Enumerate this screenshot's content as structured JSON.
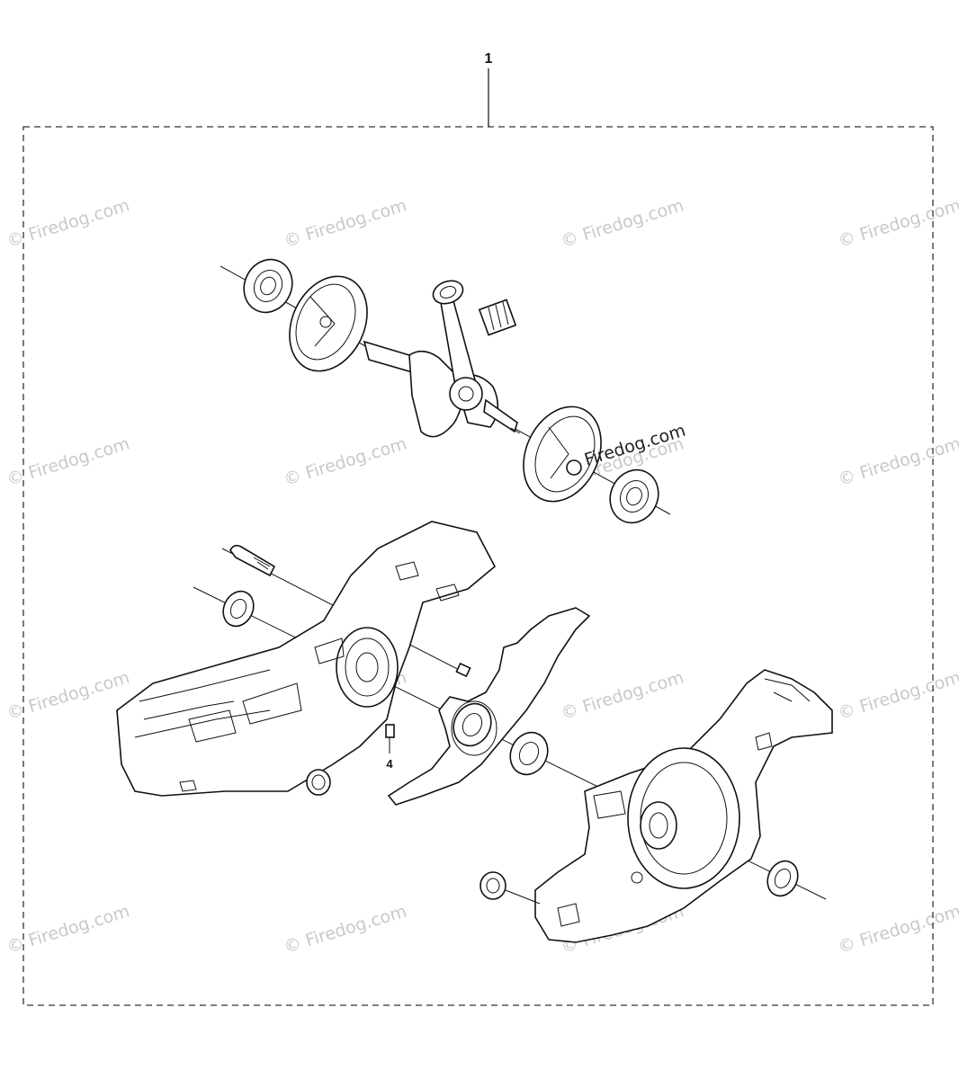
{
  "diagram": {
    "callouts": [
      {
        "id": "assembly",
        "label": "1"
      },
      {
        "id": "pin",
        "label": "4"
      }
    ],
    "watermark": {
      "text": "© Firedog.com",
      "overlay_text": "Firedog.com"
    },
    "colors": {
      "line": "#111111",
      "frame": "#333333",
      "watermark": "#c9c9c9",
      "background": "#ffffff"
    }
  }
}
